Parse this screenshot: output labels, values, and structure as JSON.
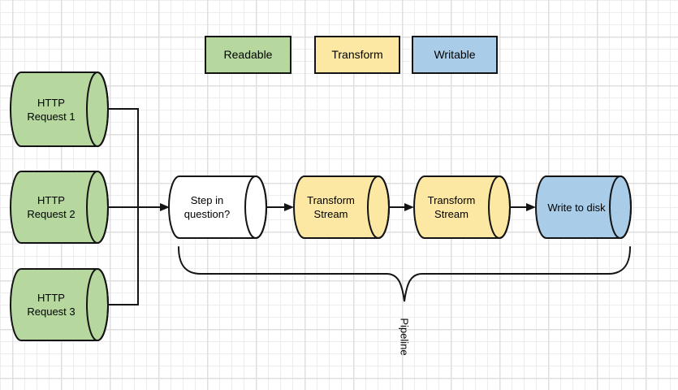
{
  "legend": {
    "items": [
      {
        "label": "Readable",
        "color": "#b6d89f"
      },
      {
        "label": "Transform",
        "color": "#fce8a2"
      },
      {
        "label": "Writable",
        "color": "#a9cde9"
      }
    ]
  },
  "sources": [
    {
      "label": "HTTP\nRequest 1"
    },
    {
      "label": "HTTP\nRequest 2"
    },
    {
      "label": "HTTP\nRequest 3"
    }
  ],
  "steps": [
    {
      "label": "Step in\nquestion?",
      "color": "#ffffff"
    },
    {
      "label": "Transform\nStream",
      "color": "#fce8a2"
    },
    {
      "label": "Transform\nStream",
      "color": "#fce8a2"
    },
    {
      "label": "Write to disk",
      "color": "#a9cde9"
    }
  ],
  "brace_label": "Pipeline",
  "colors": {
    "readable": "#b6d89f",
    "transform": "#fce8a2",
    "writable": "#a9cde9",
    "stroke": "#141414"
  }
}
